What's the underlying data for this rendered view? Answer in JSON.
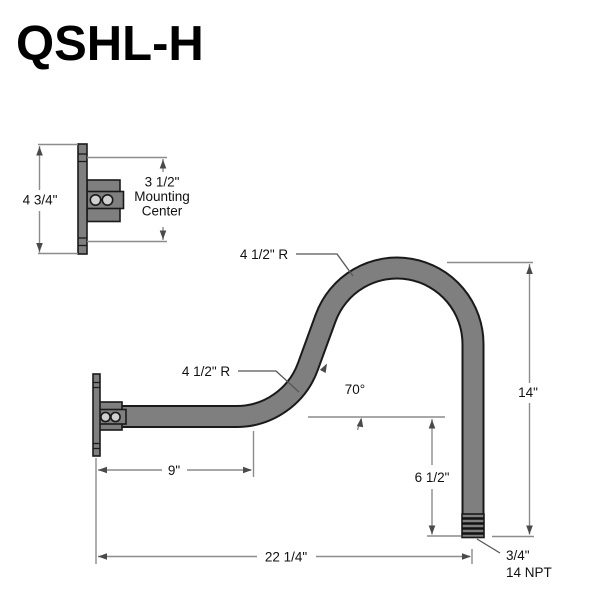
{
  "title": "QSHL-H",
  "colors": {
    "pipe_gray": "#7f7f7f",
    "outline_black": "#1a1a1a",
    "dimension_line_gray": "#8c8c8c",
    "text_black": "#111111",
    "hole_fill": "#cfcfcf",
    "background": "#ffffff"
  },
  "detail_view": {
    "height_label": "4 3/4\"",
    "mounting_label": [
      "3 1/2\"",
      "Mounting",
      "Center"
    ]
  },
  "main_view": {
    "top_radius_label": "4 1/2\" R",
    "lower_radius_label": "4 1/2\" R",
    "angle_label": "70°",
    "height_label": "14\"",
    "drop_label": "6 1/2\"",
    "arm_label": "9\"",
    "overall_label": "22 1/4\"",
    "thread_label": [
      "3/4\"",
      "14 NPT"
    ]
  }
}
